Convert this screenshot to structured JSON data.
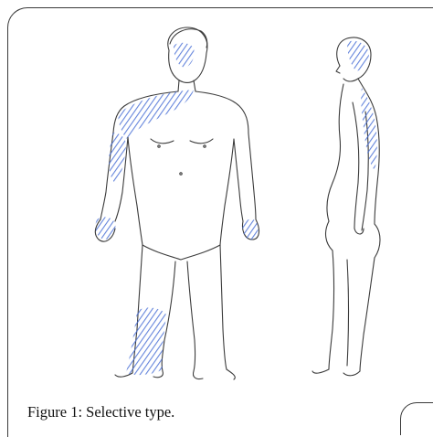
{
  "figure": {
    "caption": "Figure 1: Selective type.",
    "ink_color": "#3b3b3b",
    "highlight_color": "#4a6fd6",
    "figures": [
      "front-view-body",
      "side-view-body"
    ]
  }
}
